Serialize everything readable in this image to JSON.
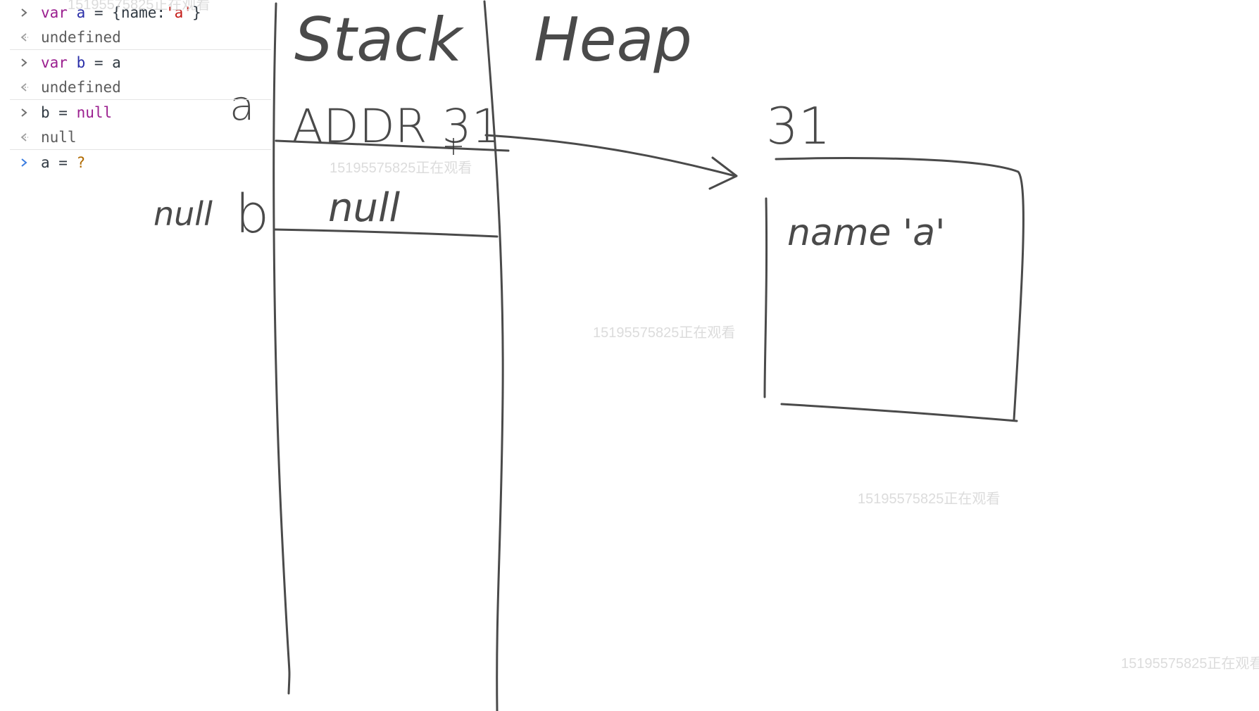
{
  "console": {
    "entries": [
      {
        "type": "input",
        "tokens": [
          [
            "kw",
            "var "
          ],
          [
            "var",
            "a"
          ],
          [
            "op",
            " = "
          ],
          [
            "plain",
            "{name:"
          ],
          [
            "str",
            "'a'"
          ],
          [
            "plain",
            "}"
          ]
        ]
      },
      {
        "type": "result",
        "text": "undefined"
      },
      {
        "type": "input",
        "tokens": [
          [
            "kw",
            "var "
          ],
          [
            "var",
            "b"
          ],
          [
            "op",
            " = "
          ],
          [
            "plain",
            "a"
          ]
        ]
      },
      {
        "type": "result",
        "text": "undefined"
      },
      {
        "type": "input",
        "tokens": [
          [
            "plain",
            "b"
          ],
          [
            "op",
            " = "
          ],
          [
            "kw",
            "null"
          ]
        ]
      },
      {
        "type": "result",
        "text": "null"
      },
      {
        "type": "prompt",
        "tokens": [
          [
            "plain",
            "a"
          ],
          [
            "op",
            " = "
          ],
          [
            "q",
            "?"
          ]
        ]
      }
    ]
  },
  "whiteboard": {
    "stack_title": "Stack",
    "heap_title": "Heap",
    "var_a_label": "a",
    "var_b_label": "b",
    "var_b_prev_note": "null",
    "slot_a_value": "ADDR 31",
    "slot_b_value": "null",
    "heap_address": "31",
    "heap_object_content": "name 'a'"
  },
  "watermarks": {
    "text": "15195575825正在观看"
  },
  "colors": {
    "ink": "#4a4a4a",
    "prompt_active": "#3b7de0",
    "keyword": "#9b1f8f",
    "variable": "#2a2fa8",
    "string": "#c41a16",
    "result": "#5c5c5c"
  }
}
